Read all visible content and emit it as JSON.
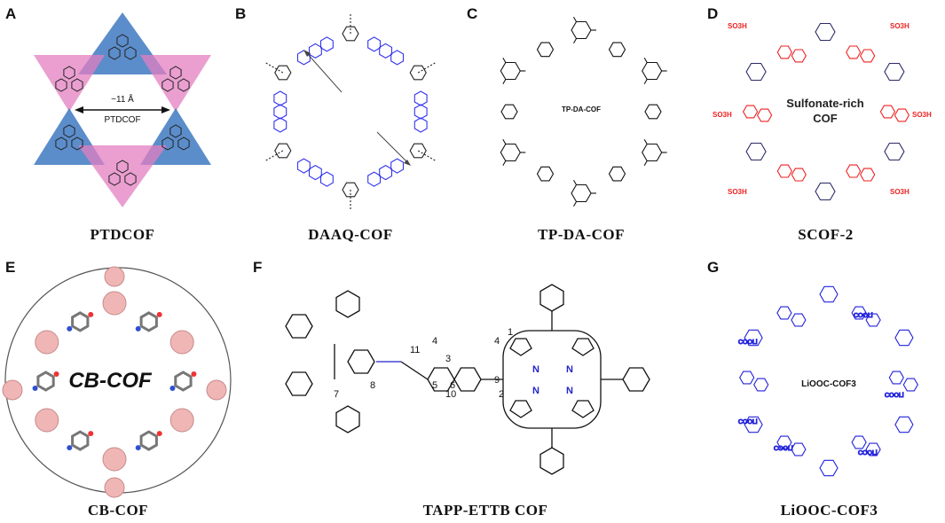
{
  "panels": {
    "A": {
      "letter": "A",
      "caption": "PTDCOF",
      "label_top": "~11 Å",
      "label_bottom": "PTDCOF"
    },
    "B": {
      "letter": "B",
      "caption": "DAAQ-COF"
    },
    "C": {
      "letter": "C",
      "caption": "TP-DA-COF",
      "center_label": "TP-DA-COF"
    },
    "D": {
      "letter": "D",
      "caption": "SCOF-2",
      "center_line1": "Sulfonate-rich",
      "center_line2": "COF",
      "group_label": "SO3H"
    },
    "E": {
      "letter": "E",
      "caption": "CB-COF",
      "center_label": "CB-COF"
    },
    "F": {
      "letter": "F",
      "caption": "TAPP-ETTB  COF",
      "atom_numbers": [
        "1",
        "2",
        "3",
        "4",
        "4",
        "5",
        "6",
        "7",
        "8",
        "9",
        "10",
        "11"
      ],
      "heteroatom_N": "N"
    },
    "G": {
      "letter": "G",
      "caption": "LiOOC-COF3",
      "center_label": "LiOOC-COF3",
      "group_label": "COOLi"
    }
  },
  "colors": {
    "pink": "#e37fc0",
    "blue": "#3f79c2",
    "violet": "#3333ee",
    "red": "#ee2222",
    "navy": "#2a2a66",
    "black": "#111111"
  }
}
